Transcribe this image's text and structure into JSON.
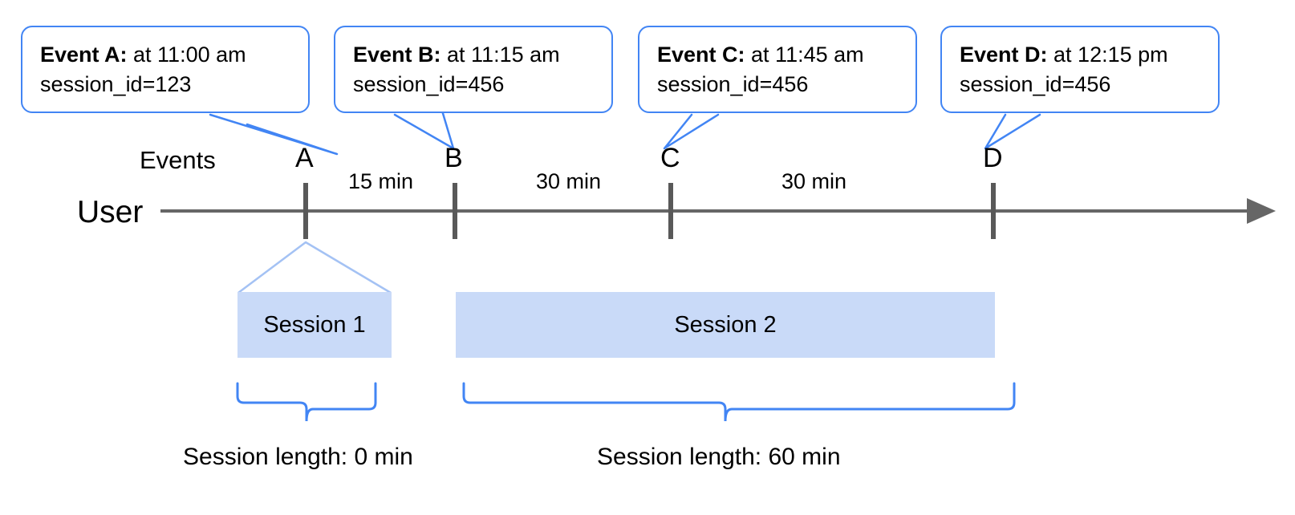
{
  "diagram": {
    "title_row_label": "Events",
    "actor_label": "User",
    "callouts": [
      {
        "id": "A",
        "bold": "Event A:",
        "rest": " at 11:00 am",
        "line2": "session_id=123"
      },
      {
        "id": "B",
        "bold": "Event B:",
        "rest": " at 11:15 am",
        "line2": "session_id=456"
      },
      {
        "id": "C",
        "bold": "Event C:",
        "rest": " at 11:45 am",
        "line2": "session_id=456"
      },
      {
        "id": "D",
        "bold": "Event D:",
        "rest": " at 12:15 pm",
        "line2": "session_id=456"
      }
    ],
    "event_markers": [
      {
        "label": "A"
      },
      {
        "label": "B"
      },
      {
        "label": "C"
      },
      {
        "label": "D"
      }
    ],
    "gaps": [
      {
        "label": "15 min"
      },
      {
        "label": "30 min"
      },
      {
        "label": "30 min"
      }
    ],
    "sessions": [
      {
        "label": "Session 1",
        "length_label": "Session length: 0 min"
      },
      {
        "label": "Session 2",
        "length_label": "Session length: 60 min"
      }
    ],
    "colors": {
      "accent_blue": "#4285f4",
      "session_fill": "#c9daf8",
      "axis_gray": "#666666",
      "tick_gray": "#595959",
      "text_black": "#000000"
    }
  }
}
